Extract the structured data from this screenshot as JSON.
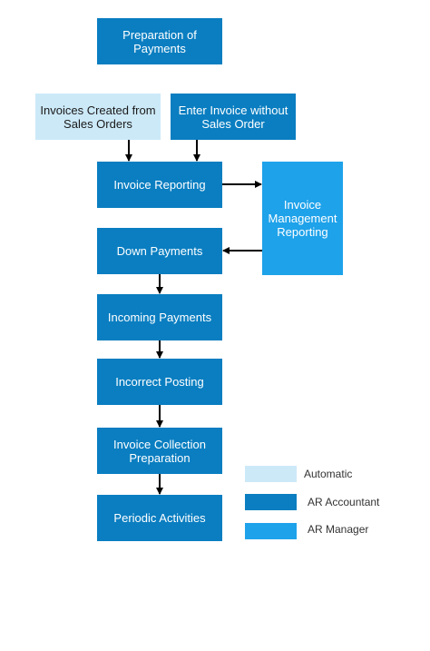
{
  "nodes": {
    "preparation": "Preparation of\nPayments",
    "invoices_created": "Invoices Created from\nSales Orders",
    "enter_invoice": "Enter Invoice without\nSales Order",
    "invoice_reporting": "Invoice Reporting",
    "invoice_management": "Invoice\nManagement\nReporting",
    "down_payments": "Down Payments",
    "incoming_payments": "Incoming Payments",
    "incorrect_posting": "Incorrect Posting",
    "invoice_collection": "Invoice Collection\nPreparation",
    "periodic_activities": "Periodic Activities"
  },
  "legend": {
    "automatic": "Automatic",
    "ar_accountant": "AR Accountant",
    "ar_manager": "AR Manager"
  },
  "colors": {
    "automatic": "#cce9f8",
    "ar_accountant": "#0a7ec1",
    "ar_manager": "#1ea2ea"
  }
}
